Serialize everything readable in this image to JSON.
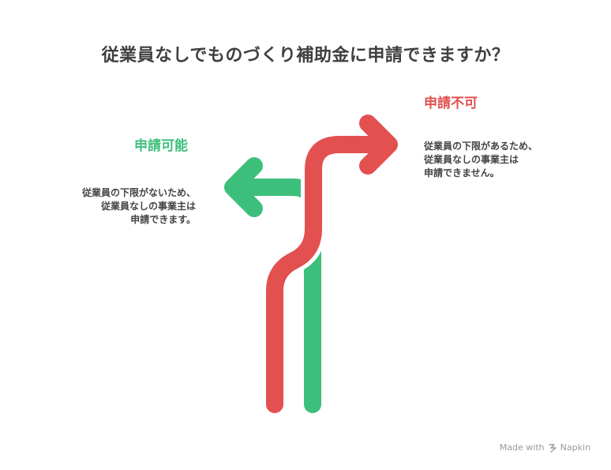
{
  "title": "従業員なしでものづくり補助金に申請できますか？",
  "options": {
    "left": {
      "label": "申請可能",
      "lines": [
        "従業員の下限がないため、",
        "従業員なしの事業主は",
        "申請できます。"
      ],
      "color": "#3dbf7c"
    },
    "right": {
      "label": "申請不可",
      "lines": [
        "従業員の下限があるため、",
        "従業員なしの事業主は",
        "申請できません。"
      ],
      "color": "#e2514f"
    }
  },
  "footer": {
    "made_with": "Made with",
    "brand": "Napkin"
  }
}
